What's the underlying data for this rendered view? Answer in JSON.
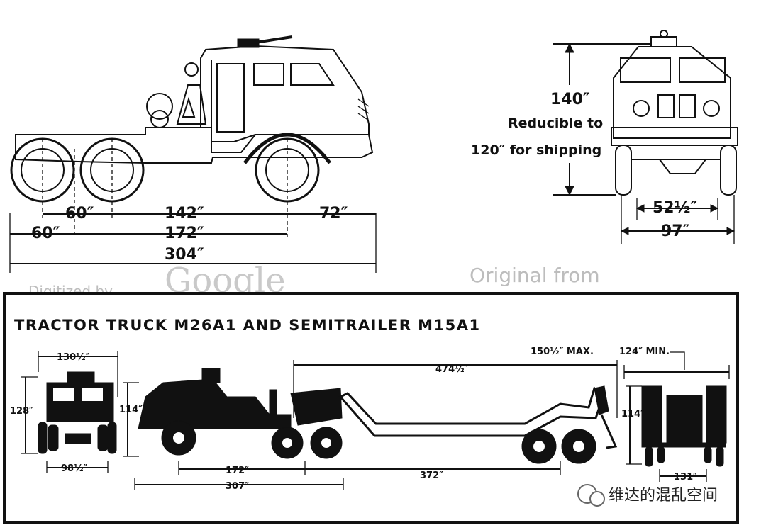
{
  "side_view": {
    "dims": {
      "wheel_spacing": "60″",
      "mid_spacing": "142″",
      "front_overhang": "72″",
      "rear_overhang": "60″",
      "wheelbase": "172″",
      "overall_length": "304″"
    }
  },
  "front_view": {
    "height": "140″",
    "height_note_1": "Reducible to",
    "height_note_2": "120″ for shipping",
    "track": "52½″",
    "width": "97″"
  },
  "watermarks": {
    "digitized": "Digitized by",
    "google": "Google",
    "original": "Original from"
  },
  "panel": {
    "title": "TRACTOR TRUCK M26A1 AND SEMITRAILER M15A1",
    "truck_front_width": "130½″",
    "truck_front_height": "128″",
    "truck_front_track": "98½″",
    "combo_height": "114″",
    "trailer_length": "474½″",
    "max_width": "150½″ MAX.",
    "min_width": "124″ MIN.",
    "truck_wheelbase": "172″",
    "trailer_wheelbase": "372″",
    "truck_length": "307″",
    "trailer_rear_height": "114″",
    "trailer_track": "131″"
  },
  "logo": {
    "text": "维达的混乱空间"
  }
}
